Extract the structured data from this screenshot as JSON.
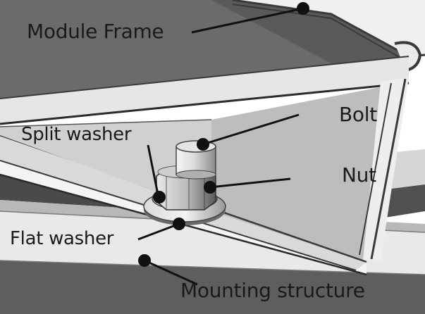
{
  "labels": {
    "module_frame": "Module Frame",
    "split_washer": "Split washer",
    "bolt": "Bolt",
    "nut": "Nut",
    "flat_washer": "Flat washer",
    "mounting_structure": "Mounting structure"
  }
}
